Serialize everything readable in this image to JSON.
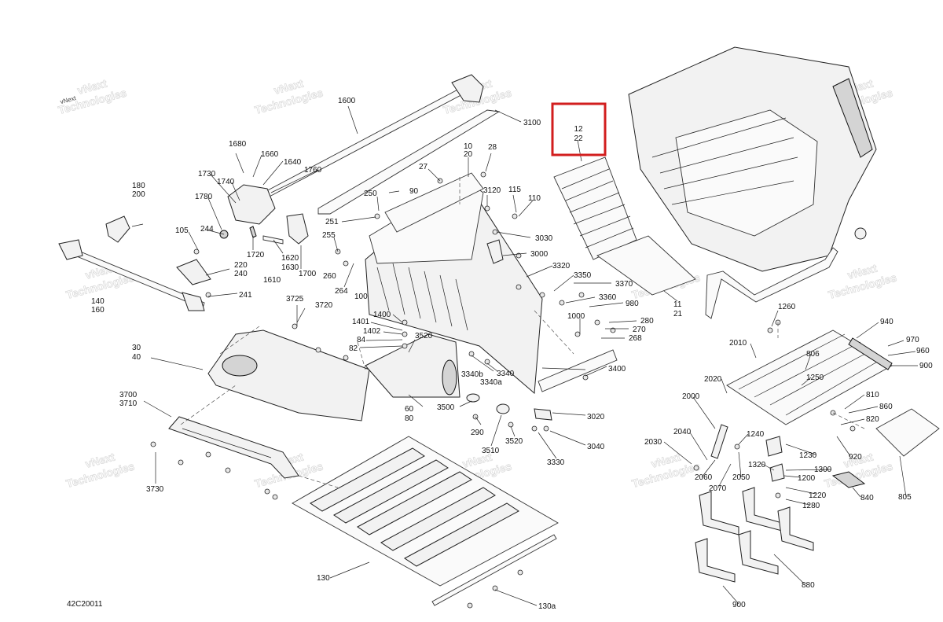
{
  "diagram_code": "42C20011",
  "watermark": {
    "line1": "vNext",
    "line2": "Technologies"
  },
  "highlight": {
    "line1": "12",
    "line2": "22",
    "color": "#d21e1e"
  },
  "labels": {
    "l1600": "1600",
    "l3100": "3100",
    "l1680": "1680",
    "l1660": "1660",
    "l1640": "1640",
    "l1730": "1730",
    "l1740": "1740",
    "l1760": "1760",
    "l1780": "1780",
    "l180": "180",
    "l200": "200",
    "l105": "105",
    "l244": "244",
    "l1720": "1720",
    "l1620": "1620",
    "l1630": "1630",
    "l1610": "1610",
    "l1700": "1700",
    "l220": "220",
    "l240": "240",
    "l241": "241",
    "l140": "140",
    "l160": "160",
    "l10": "10",
    "l20": "20",
    "l28": "28",
    "l27": "27",
    "l250": "250",
    "l90": "90",
    "l3120": "3120",
    "l115": "115",
    "l110": "110",
    "l251": "251",
    "l255": "255",
    "l3030": "3030",
    "l3000": "3000",
    "l260": "260",
    "l264": "264",
    "l100": "100",
    "l3320": "3320",
    "l3350": "3350",
    "l3370": "3370",
    "l3360": "3360",
    "l980": "980",
    "l1000": "1000",
    "l280": "280",
    "l270": "270",
    "l268": "268",
    "l3725": "3725",
    "l3720": "3720",
    "l1400": "1400",
    "l1401": "1401",
    "l1402": "1402",
    "l84": "84",
    "l82": "82",
    "l3520a": "3520",
    "l30": "30",
    "l40": "40",
    "l3340b": "3340b",
    "l3340": "3340",
    "l3340a": "3340a",
    "l3400": "3400",
    "l3700": "3700",
    "l3710": "3710",
    "l60": "60",
    "l80": "80",
    "l3500": "3500",
    "l3020": "3020",
    "l290": "290",
    "l3520b": "3520",
    "l3040": "3040",
    "l3510": "3510",
    "l3330": "3330",
    "l3730": "3730",
    "l130": "130",
    "l130a": "130a",
    "l11": "11",
    "l21": "21",
    "l1260": "1260",
    "l940": "940",
    "l970": "970",
    "l960": "960",
    "l900c": "900",
    "l2010": "2010",
    "l806": "806",
    "l1250": "1250",
    "l2020": "2020",
    "l810": "810",
    "l2000": "2000",
    "l860": "860",
    "l820": "820",
    "l2040": "2040",
    "l1240": "1240",
    "l2030": "2030",
    "l1230": "1230",
    "l920": "920",
    "l1320": "1320",
    "l1300": "1300",
    "l2060": "2060",
    "l2050": "2050",
    "l1200": "1200",
    "l805": "805",
    "l2070": "2070",
    "l1220": "1220",
    "l840": "840",
    "l1280": "1280",
    "l880": "880",
    "l900": "900"
  }
}
